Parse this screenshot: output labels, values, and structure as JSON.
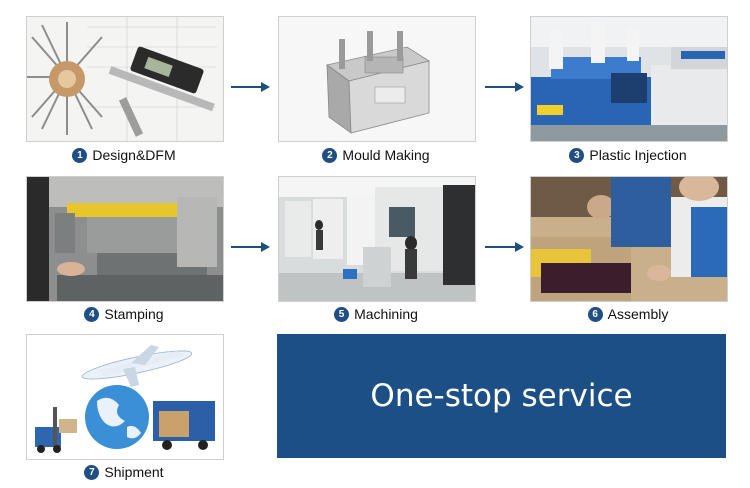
{
  "colors": {
    "accent": "#1d4f87",
    "step_badge": "#1f4e82",
    "arrow": "#1f4e82"
  },
  "steps": [
    {
      "number": "1",
      "label": "Design&DFM",
      "icon": "design-caliper-photo"
    },
    {
      "number": "2",
      "label": "Mould Making",
      "icon": "mould-photo"
    },
    {
      "number": "3",
      "label": "Plastic Injection",
      "icon": "injection-machine-photo"
    },
    {
      "number": "4",
      "label": "Stamping",
      "icon": "stamping-press-photo"
    },
    {
      "number": "5",
      "label": "Machining",
      "icon": "cnc-workshop-photo"
    },
    {
      "number": "6",
      "label": "Assembly",
      "icon": "assembly-line-photo"
    },
    {
      "number": "7",
      "label": "Shipment",
      "icon": "plane-globe-truck-photo"
    }
  ],
  "banner": {
    "text": "One-stop service"
  }
}
